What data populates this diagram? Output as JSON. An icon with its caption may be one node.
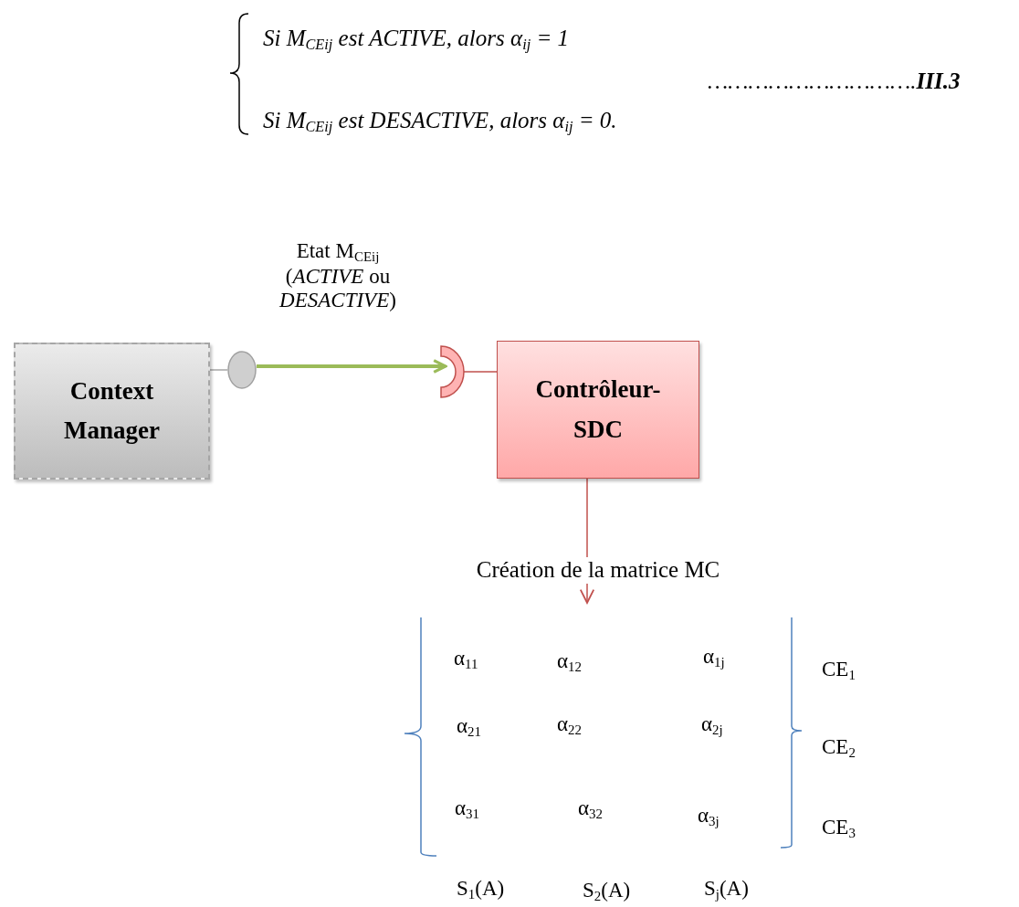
{
  "diagram": {
    "nodes": [
      {
        "text": [
          "Context Manager"
        ]
      },
      {
        "text": [
          "Contrôleur-SDC"
        ]
      },
      {
        "text": [],
        "shape": "circle"
      },
      {
        "text": [],
        "shape": "socket"
      }
    ],
    "edges": [
      {
        "from": 0,
        "to": 2,
        "arrow": "none"
      },
      {
        "from": 2,
        "to": 3,
        "arrow": "to",
        "label": "Etat M$_{CEij}$ (*ACTIVE* ou *DESACTIVE*)",
        "style": "thick",
        "color": "#9bbb59"
      },
      {
        "from": 3,
        "to": 1,
        "arrow": "none",
        "color": "#c0504d"
      },
      {
        "from": 1,
        "to": null,
        "arrow": "to",
        "label": "Création de la matrice MC",
        "color": "#c0504d"
      }
    ],
    "labels": [
      "Si M$_{CEij}$ est ACTIVE, alors α$_{ij}$ = 1",
      "………………………….**III.3**",
      "Si M$_{CEij}$ est DESACTIVE, alors α$_{ij}$ = 0.",
      "α$_{11}$",
      "α$_{12}$",
      "α$_{1j}$",
      "CE$_{1}$",
      "α$_{21}$",
      "α$_{22}$",
      "α$_{2j}$",
      "CE$_{2}$",
      "α$_{31}$",
      "α$_{32}$",
      "α$_{3j}$",
      "CE$_{3}$",
      "S$_{1}$(A)",
      "S$_{2}$(A)",
      "S$_{j}$(A)"
    ]
  }
}
